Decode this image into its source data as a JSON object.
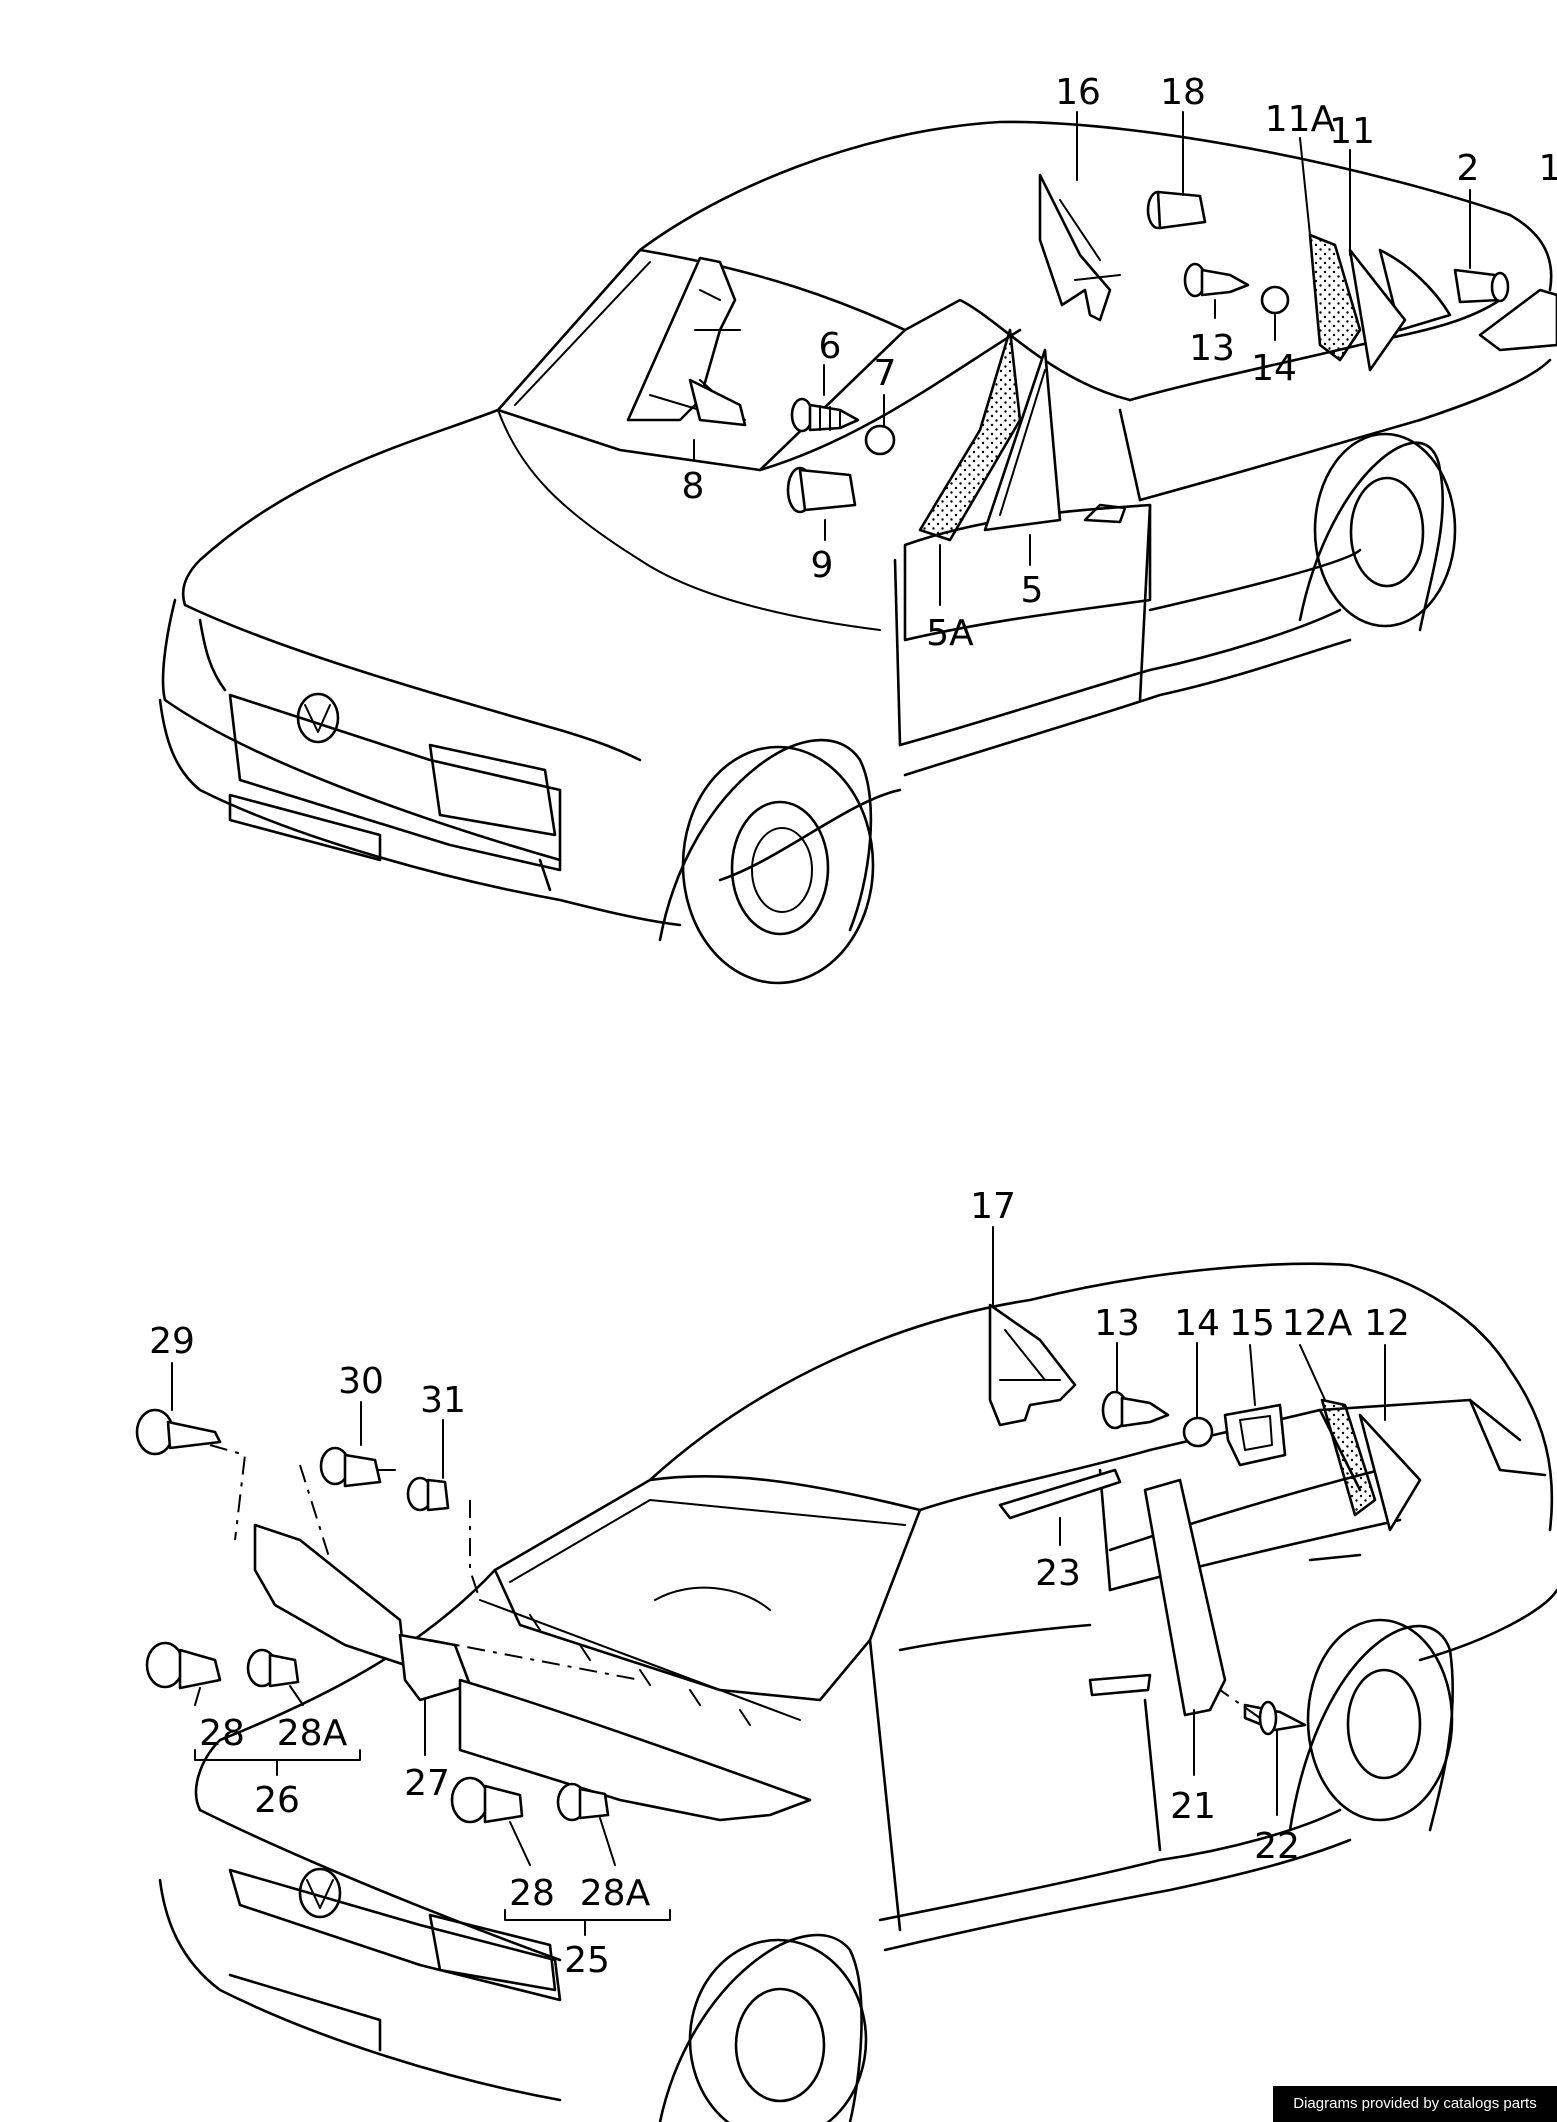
{
  "callouts_upper": [
    "16",
    "18",
    "11A",
    "11",
    "2",
    "1",
    "6",
    "7",
    "13",
    "14",
    "8",
    "9",
    "5A",
    "5"
  ],
  "callouts_lower": [
    "17",
    "29",
    "30",
    "31",
    "13",
    "14",
    "15",
    "12A",
    "12",
    "23",
    "28",
    "28A",
    "26",
    "27",
    "21",
    "22",
    "28",
    "28A",
    "25"
  ],
  "credit": "Diagrams provided by catalogs parts"
}
